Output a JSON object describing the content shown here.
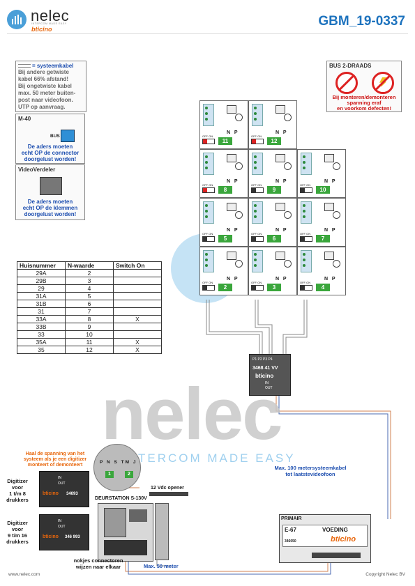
{
  "header": {
    "brand": "nelec",
    "tagline": "INTERCOM MADE EASY",
    "sub_brand": "bticino",
    "doc_number": "GBM_19-0337"
  },
  "cable_box": {
    "legend_line": "= systeemkabel",
    "lines": [
      "Bij andere getwiste",
      "kabel 66% afstand!",
      "Bij ongetwiste kabel",
      "max. 50 meter buiten-",
      "post naar videofoon.",
      "UTP op aanvraag."
    ]
  },
  "m40_box": {
    "title": "M-40",
    "bus_label": "BUS",
    "note_lines": [
      "De aders moeten",
      "echt OP de connector",
      "doorgelust worden!"
    ]
  },
  "videoverdeler_box": {
    "title": "VideoVerdeler",
    "note_lines": [
      "De aders moeten",
      "echt OP de klemmen",
      "doorgelust worden!"
    ]
  },
  "bus_box": {
    "title": "BUS 2-DRAADS",
    "note_lines": [
      "Bij monteren/demonteren",
      "spanning eraf",
      "en voorkom defecten!"
    ]
  },
  "table": {
    "headers": [
      "Huisnummer",
      "N-waarde",
      "Switch On"
    ],
    "rows": [
      [
        "29A",
        "2",
        ""
      ],
      [
        "29B",
        "3",
        ""
      ],
      [
        "29",
        "4",
        ""
      ],
      [
        "31A",
        "5",
        ""
      ],
      [
        "31B",
        "6",
        ""
      ],
      [
        "31",
        "7",
        ""
      ],
      [
        "33A",
        "8",
        "X"
      ],
      [
        "33B",
        "9",
        ""
      ],
      [
        "33",
        "10",
        ""
      ],
      [
        "35A",
        "11",
        "X"
      ],
      [
        "35",
        "12",
        "X"
      ]
    ]
  },
  "monitors": {
    "n_label": "N",
    "p_label": "P",
    "offon_label": "OFF ON",
    "units": [
      {
        "num": "11",
        "switch_on": true
      },
      {
        "num": "12",
        "switch_on": true
      },
      {
        "num": "8",
        "switch_on": true
      },
      {
        "num": "9",
        "switch_on": false
      },
      {
        "num": "10",
        "switch_on": false
      },
      {
        "num": "5",
        "switch_on": false
      },
      {
        "num": "6",
        "switch_on": false
      },
      {
        "num": "7",
        "switch_on": false
      },
      {
        "num": "2",
        "switch_on": false
      },
      {
        "num": "3",
        "switch_on": false
      },
      {
        "num": "4",
        "switch_on": false
      }
    ]
  },
  "distributor": {
    "ports": "P1 P2 P3 P4",
    "model": "3468 41 VV",
    "brand": "bticino",
    "in_label": "IN",
    "out_label": "OUT"
  },
  "watermark": {
    "text": "nelec",
    "tagline": "INTERCOM MADE EASY"
  },
  "left_devices": {
    "warning_lines": [
      "Haal de spanning van het",
      "systeem als je een digitizer",
      "monteert of demonteert"
    ],
    "digitizer1": [
      "Digitizer",
      "voor",
      "1 t/m 8",
      "drukkers"
    ],
    "digitizer2": [
      "Digitizer",
      "voor",
      "9 t/m 16",
      "drukkers"
    ],
    "digitizer1_model": "34693",
    "digitizer2_model": "346 993",
    "connector_terminals": "P N S TM J",
    "connector_num_left": "1",
    "connector_num_right": "2",
    "station_label": "DEURSTATION S-130V",
    "opener_label": "12 Vdc opener",
    "connector_note": [
      "nokjes connectoren",
      "wijzen naar elkaar"
    ],
    "in_label": "IN",
    "out_label": "OUT"
  },
  "cable_notes": {
    "max_100": [
      "Max. 100 metersysteemkabel",
      "tot laatstevideofoon"
    ],
    "max_50": "Max. 50 meter"
  },
  "psu": {
    "primair": "PRIMAIR",
    "model": "E-67",
    "label": "VOEDING",
    "part": "346050",
    "brand": "bticino"
  },
  "footer": {
    "website": "www.nelec.com",
    "copyright": "Copyright Nelec BV"
  }
}
